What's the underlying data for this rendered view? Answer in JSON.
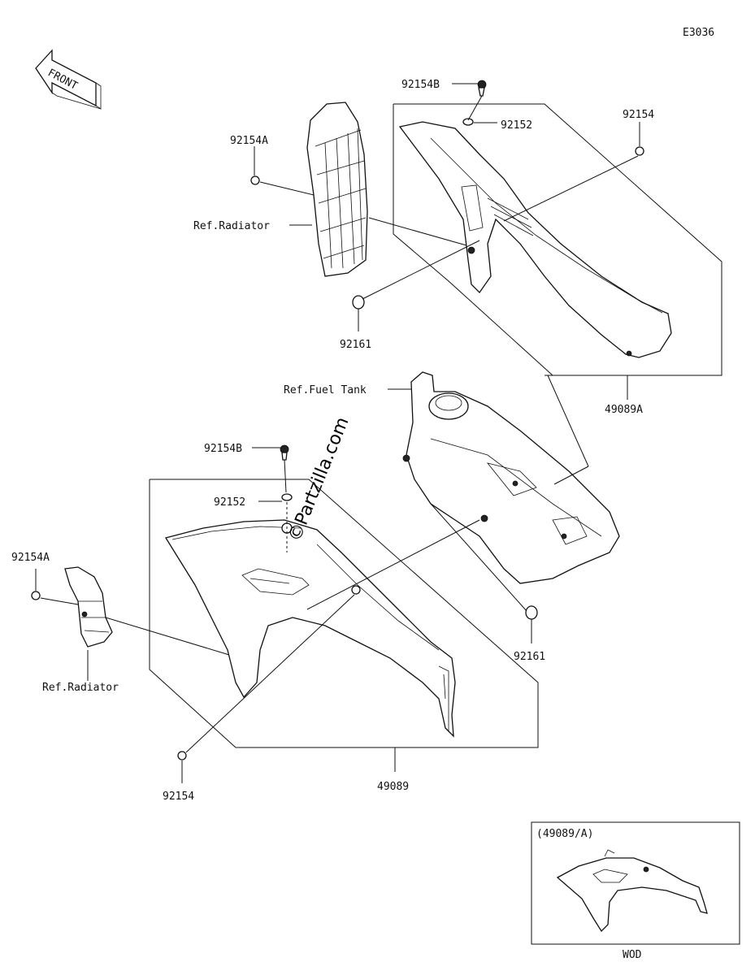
{
  "diagram_code": "E3036",
  "front_label": "FRONT",
  "watermark": "©Partzilla.com",
  "inset_title": "(49089/A)",
  "inset_caption": "WOD",
  "callouts": {
    "c_92154B_top": "92154B",
    "c_92152_top": "92152",
    "c_92154_top": "92154",
    "c_92154A_top": "92154A",
    "c_ref_radiator_top": "Ref.Radiator",
    "c_92161_top": "92161",
    "c_49089A": "49089A",
    "c_ref_fuel_tank": "Ref.Fuel Tank",
    "c_92154B_mid": "92154B",
    "c_92152_mid": "92152",
    "c_92154A_left": "92154A",
    "c_ref_radiator_bottom": "Ref.Radiator",
    "c_92161_right": "92161",
    "c_92154_bottom": "92154",
    "c_49089": "49089"
  }
}
